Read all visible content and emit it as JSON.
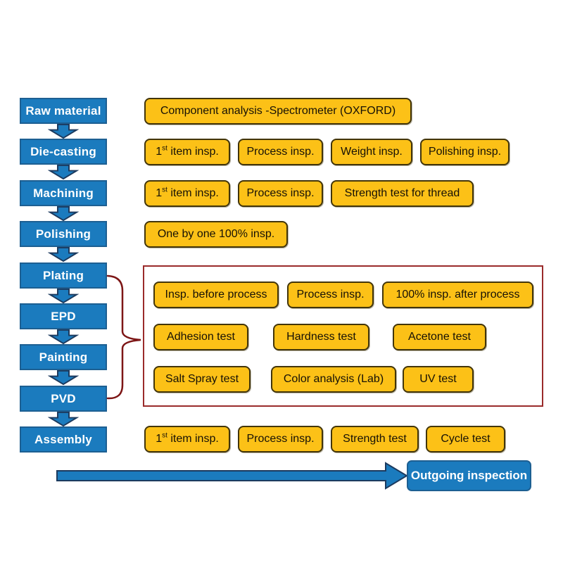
{
  "colors": {
    "process_blue": "#1b7bbe",
    "process_border": "#1d5f92",
    "inspection_yellow": "#fcc117",
    "inspection_border": "#42350a",
    "group_border_red": "#9a2b2b",
    "brace_red": "#7d1616",
    "arrow_blue": "#1b7bbe",
    "arrow_outline": "#1c3a5e",
    "text_dark": "#161106",
    "text_light": "#ffffff"
  },
  "process_steps": [
    {
      "label": "Raw material"
    },
    {
      "label": "Die-casting"
    },
    {
      "label": "Machining"
    },
    {
      "label": "Polishing"
    },
    {
      "label": "Plating"
    },
    {
      "label": "EPD"
    },
    {
      "label": "Painting"
    },
    {
      "label": "PVD"
    },
    {
      "label": "Assembly"
    }
  ],
  "inspections": {
    "raw_material": [
      {
        "label": "Component analysis -Spectrometer (OXFORD)"
      }
    ],
    "die_casting": [
      {
        "base": "1",
        "sup": "st",
        "rest": " item insp."
      },
      {
        "label": "Process insp."
      },
      {
        "label": "Weight insp."
      },
      {
        "label": "Polishing insp."
      }
    ],
    "machining": [
      {
        "base": "1",
        "sup": "st",
        "rest": " item insp."
      },
      {
        "label": "Process insp."
      },
      {
        "label": "Strength test for thread"
      }
    ],
    "polishing": [
      {
        "label": "One by one 100% insp."
      }
    ],
    "surface_group": {
      "row1": [
        {
          "label": "Insp. before process"
        },
        {
          "label": "Process insp."
        },
        {
          "label": "100% insp. after process"
        }
      ],
      "row2": [
        {
          "label": "Adhesion test"
        },
        {
          "label": "Hardness test"
        },
        {
          "label": "Acetone test"
        }
      ],
      "row3": [
        {
          "label": "Salt Spray test"
        },
        {
          "label": "Color analysis (Lab)"
        },
        {
          "label": "UV test"
        }
      ]
    },
    "assembly": [
      {
        "base": "1",
        "sup": "st",
        "rest": " item insp."
      },
      {
        "label": "Process insp."
      },
      {
        "label": "Strength test"
      },
      {
        "label": "Cycle test"
      }
    ]
  },
  "outgoing": {
    "label": "Outgoing inspection"
  }
}
